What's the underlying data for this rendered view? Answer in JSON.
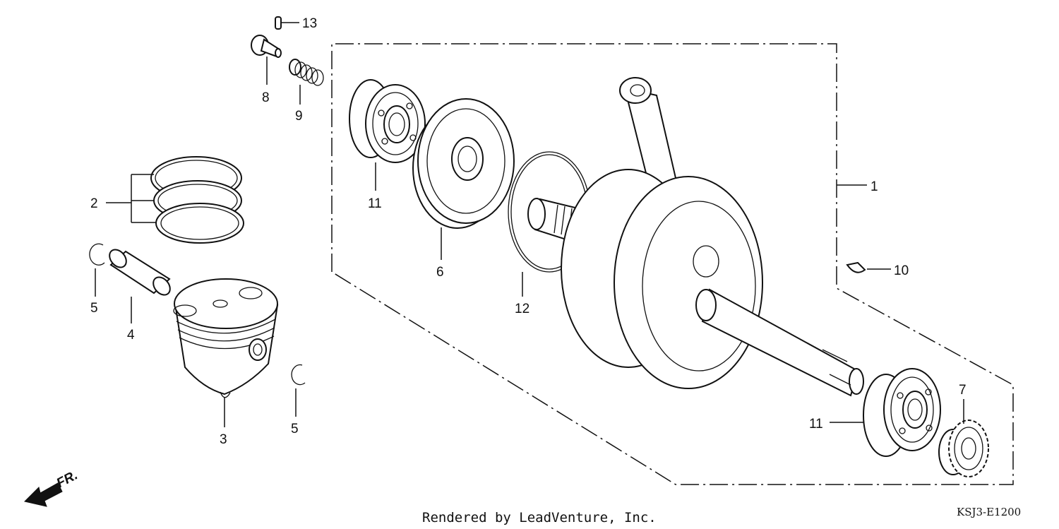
{
  "colors": {
    "ink": "#111111",
    "background": "#ffffff"
  },
  "diagram": {
    "callouts": {
      "c1": "1",
      "c2": "2",
      "c3": "3",
      "c4": "4",
      "c5a": "5",
      "c5b": "5",
      "c6": "6",
      "c7": "7",
      "c8": "8",
      "c9": "9",
      "c10": "10",
      "c11a": "11",
      "c11b": "11",
      "c12": "12",
      "c13": "13"
    },
    "direction_label": "FR.",
    "credit": "Rendered by LeadVenture, Inc.",
    "diagram_code": "KSJ3-E1200"
  }
}
